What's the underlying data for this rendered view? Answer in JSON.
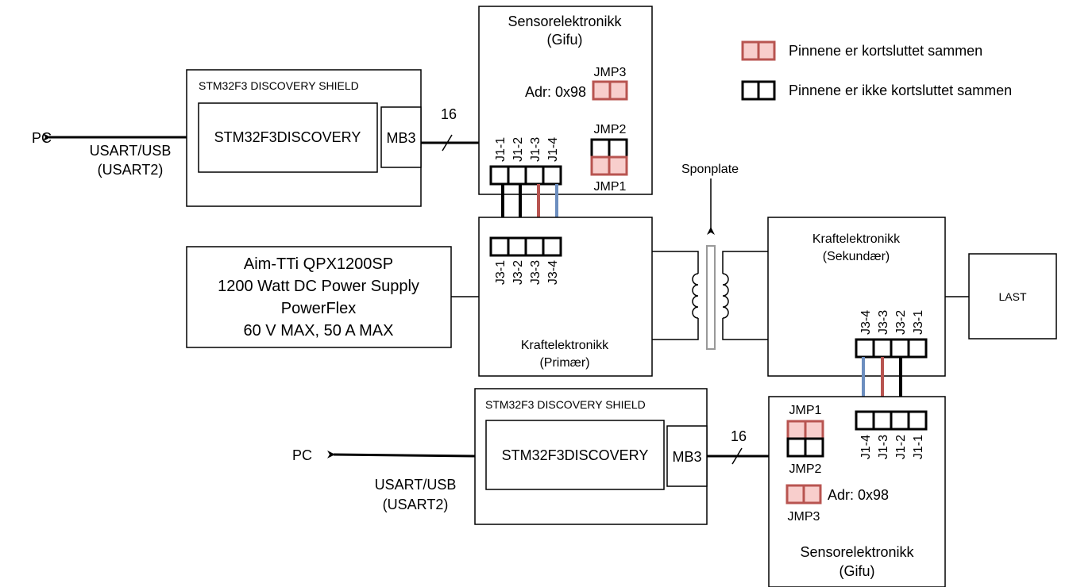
{
  "legend": {
    "shorted": "Pinnene er kortsluttet sammen",
    "open": "Pinnene er ikke kortsluttet sammen"
  },
  "top": {
    "pc": "PC",
    "usart1": "USART/USB",
    "usart2": "(USART2)",
    "shield_title": "STM32F3 DISCOVERY SHIELD",
    "discovery": "STM32F3DISCOVERY",
    "mb3": "MB3",
    "bus_width": "16",
    "sensor_title": "Sensorelektronikk",
    "sensor_sub": "(Gifu)",
    "jmp3": "JMP3",
    "adr": "Adr: 0x98",
    "jmp2": "JMP2",
    "jmp1": "JMP1",
    "j1": [
      "J1-1",
      "J1-2",
      "J1-3",
      "J1-4"
    ]
  },
  "primary": {
    "title": "Kraftelektronikk",
    "sub": "(Primær)",
    "j3": [
      "J3-1",
      "J3-2",
      "J3-3",
      "J3-4"
    ]
  },
  "psu": {
    "line1": "Aim-TTi QPX1200SP",
    "line2": "1200 Watt DC Power Supply",
    "line3": "PowerFlex",
    "line4": "60 V MAX, 50 A MAX"
  },
  "sponplate": "Sponplate",
  "secondary": {
    "title": "Kraftelektronikk",
    "sub": "(Sekundær)",
    "j3": [
      "J3-4",
      "J3-3",
      "J3-2",
      "J3-1"
    ]
  },
  "last": "LAST",
  "bottom": {
    "pc": "PC",
    "usart1": "USART/USB",
    "usart2": "(USART2)",
    "shield_title": "STM32F3 DISCOVERY SHIELD",
    "discovery": "STM32F3DISCOVERY",
    "mb3": "MB3",
    "bus_width": "16",
    "jmp1": "JMP1",
    "jmp2": "JMP2",
    "adr": "Adr: 0x98",
    "jmp3": "JMP3",
    "sensor_title": "Sensorelektronikk",
    "sensor_sub": "(Gifu)",
    "j1": [
      "J1-4",
      "J1-3",
      "J1-2",
      "J1-1"
    ]
  },
  "colors": {
    "red_wire": "#b85450",
    "blue_wire": "#6c8ebf",
    "jumper_fill": "#f8cecc",
    "jumper_stroke": "#b85450"
  }
}
